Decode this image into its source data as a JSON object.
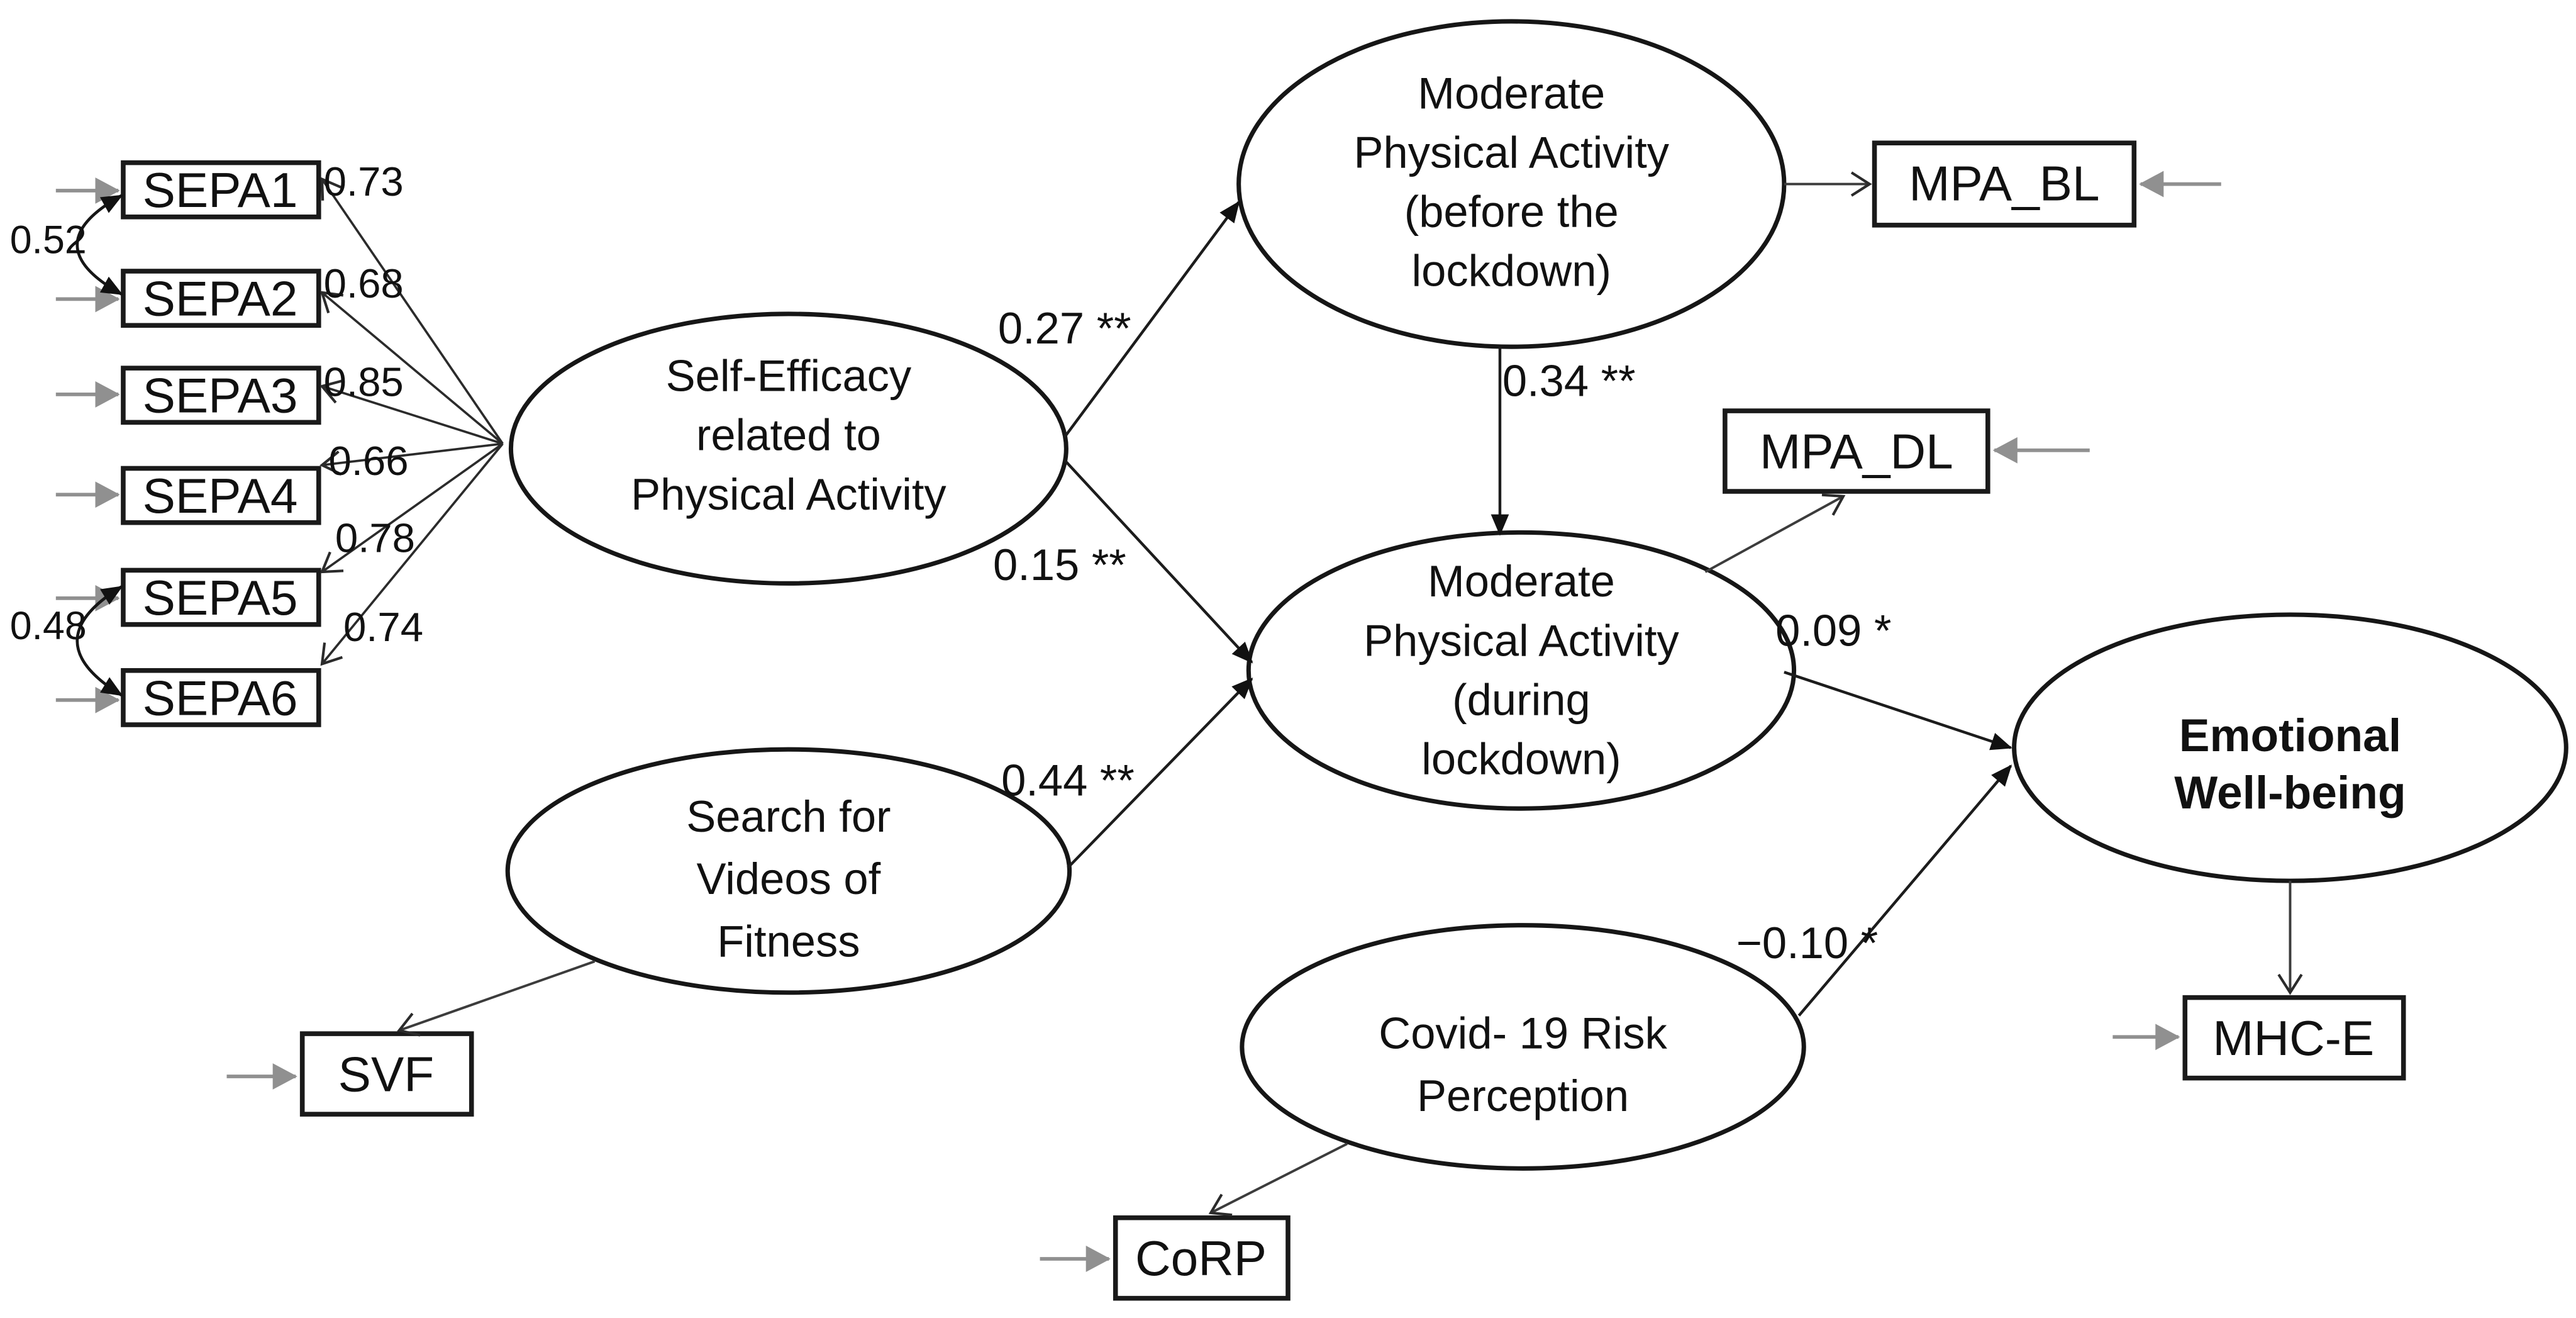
{
  "latent": {
    "self_efficacy": {
      "lines": [
        "Self-Efficacy",
        "related to",
        "Physical Activity"
      ]
    },
    "mpa_before": {
      "lines": [
        "Moderate",
        "Physical Activity",
        "(before the",
        "lockdown)"
      ]
    },
    "mpa_during": {
      "lines": [
        "Moderate",
        "Physical Activity",
        "(during",
        "lockdown)"
      ]
    },
    "search_videos": {
      "lines": [
        "Search for",
        "Videos of",
        "Fitness"
      ]
    },
    "covid_risk": {
      "lines": [
        "Covid- 19 Risk",
        "Perception"
      ]
    },
    "emotional_wellbeing": {
      "lines": [
        "Emotional",
        "Well-being"
      ]
    }
  },
  "observed": {
    "sepa1": "SEPA1",
    "sepa2": "SEPA2",
    "sepa3": "SEPA3",
    "sepa4": "SEPA4",
    "sepa5": "SEPA5",
    "sepa6": "SEPA6",
    "mpa_bl": "MPA_BL",
    "mpa_dl": "MPA_DL",
    "svf": "SVF",
    "corp": "CoRP",
    "mhce": "MHC-E"
  },
  "paths": {
    "se_to_before": "0.27 **",
    "se_to_during": "0.15 **",
    "before_to_during": "0.34 **",
    "svf_to_during": "0.44 **",
    "during_to_ewb": "0.09 *",
    "covid_to_ewb": "−0.10 *"
  },
  "loadings": {
    "sepa1": "0.73",
    "sepa2": "0.68",
    "sepa3": "0.85",
    "sepa4": "0.66",
    "sepa5": "0.78",
    "sepa6": "0.74"
  },
  "covariances": {
    "sepa1_sepa2": "0.52",
    "sepa5_sepa6": "0.48"
  },
  "colors": {
    "line": "#1c1c1c",
    "error_arrow": "#909090",
    "background": "#ffffff"
  }
}
